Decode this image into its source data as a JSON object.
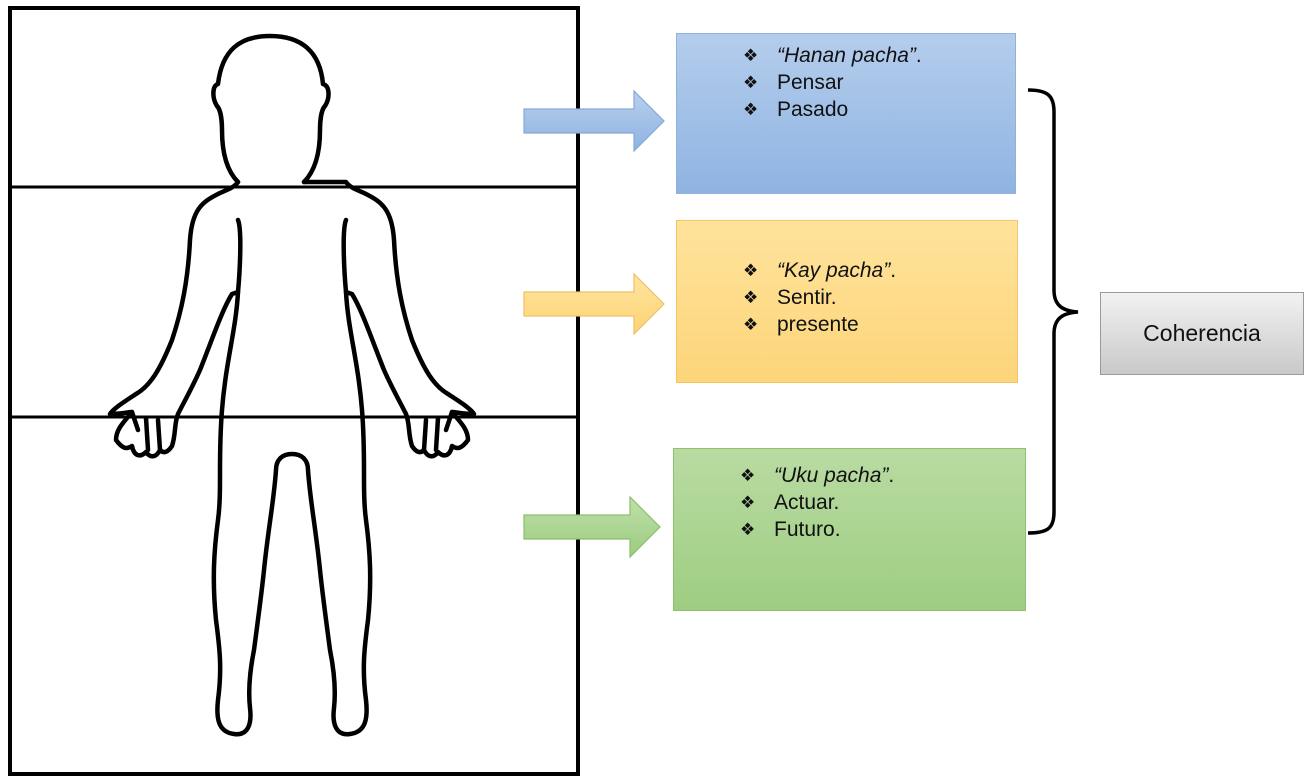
{
  "zones": [
    {
      "color": "#9dbde6",
      "items": [
        {
          "text": "“Hanan pacha”",
          "suffix": ".",
          "italic": true
        },
        {
          "text": "Pensar",
          "suffix": "",
          "italic": false
        },
        {
          "text": "Pasado",
          "suffix": "",
          "italic": false
        }
      ]
    },
    {
      "color": "#fedb86",
      "items": [
        {
          "text": "“Kay pacha”",
          "suffix": ".",
          "italic": true
        },
        {
          "text": "Sentir.",
          "suffix": "",
          "italic": false
        },
        {
          "text": "presente",
          "suffix": "",
          "italic": false
        }
      ]
    },
    {
      "color": "#aad392",
      "items": [
        {
          "text": "“Uku pacha”",
          "suffix": ".",
          "italic": true
        },
        {
          "text": "Actuar.",
          "suffix": "",
          "italic": false
        },
        {
          "text": "Futuro.",
          "suffix": "",
          "italic": false
        }
      ]
    }
  ],
  "bullet_symbol": "❖",
  "summary_label": "Coherencia",
  "icons": {
    "bullet": "diamond-bullet-icon",
    "figure": "human-body-outline-icon"
  }
}
